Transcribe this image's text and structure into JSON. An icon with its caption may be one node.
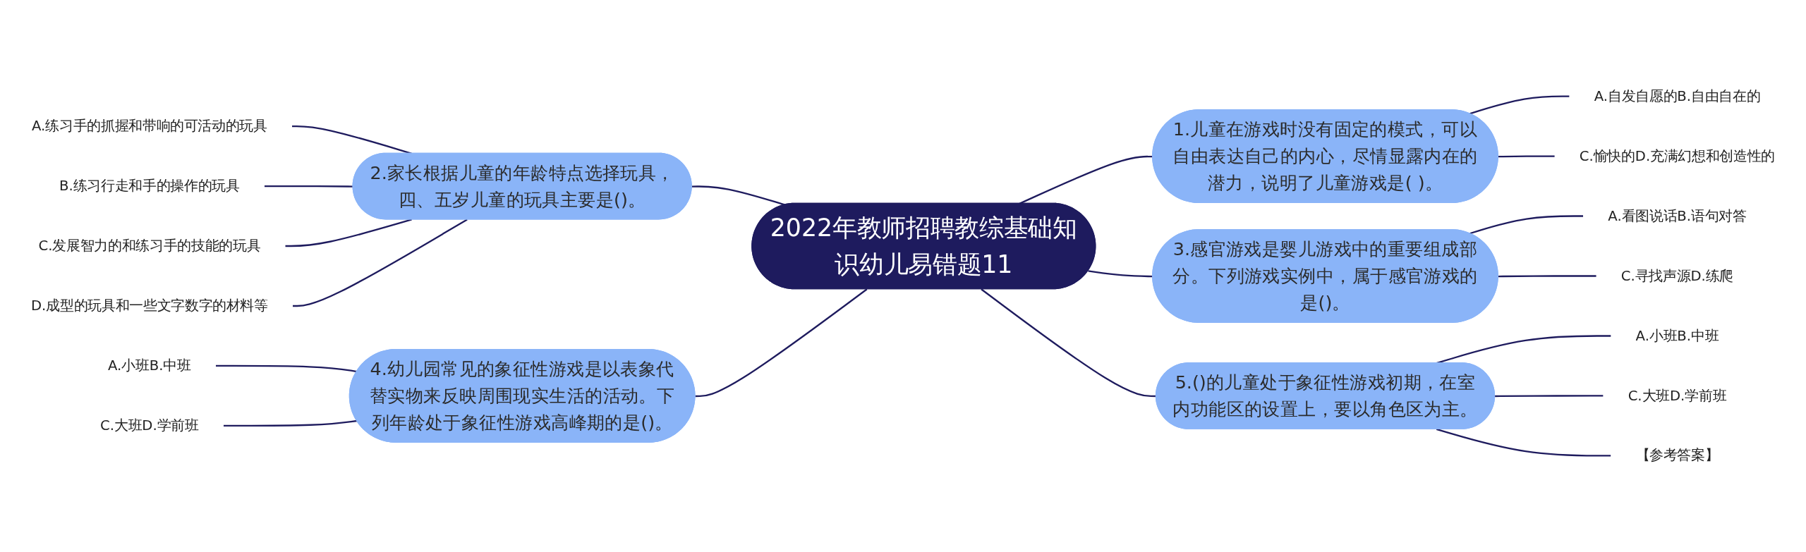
{
  "diagram": {
    "nodes": [
      {
        "text": [
          "2022年教师招聘教综基础知识幼儿易错题11"
        ]
      },
      {
        "text": [
          "1.儿童在游戏时没有固定的模式，可以自由表达自己的内心，尽情显露内在的潜力，说明了儿童游戏是( )。"
        ]
      },
      {
        "text": [
          "A.自发自愿的B.自由自在的"
        ]
      },
      {
        "text": [
          "C.愉快的D.充满幻想和创造性的"
        ]
      },
      {
        "text": [
          "2.家长根据儿童的年龄特点选择玩具，四、五岁儿童的玩具主要是()。"
        ]
      },
      {
        "text": [
          "A.练习手的抓握和带响的可活动的玩具"
        ]
      },
      {
        "text": [
          "B.练习行走和手的操作的玩具"
        ]
      },
      {
        "text": [
          "C.发展智力的和练习手的技能的玩具"
        ]
      },
      {
        "text": [
          "D.成型的玩具和一些文字数字的材料等"
        ]
      },
      {
        "text": [
          "3.感官游戏是婴儿游戏中的重要组成部分。下列游戏实例中，属于感官游戏的是()。"
        ]
      },
      {
        "text": [
          "A.看图说话B.语句对答"
        ]
      },
      {
        "text": [
          "C.寻找声源D.练爬"
        ]
      },
      {
        "text": [
          "4.幼儿园常见的象征性游戏是以表象代替实物来反映周围现实生活的活动。下列年龄处于象征性游戏高峰期的是()。"
        ]
      },
      {
        "text": [
          "A.小班B.中班"
        ]
      },
      {
        "text": [
          "C.大班D.学前班"
        ]
      },
      {
        "text": [
          "5.()的儿童处于象征性游戏初期，在室内功能区的设置上，要以角色区为主。"
        ]
      },
      {
        "text": [
          "A.小班B.中班"
        ]
      },
      {
        "text": [
          "C.大班D.学前班"
        ]
      },
      {
        "text": [
          "【参考答案】"
        ]
      }
    ],
    "edges": [
      {
        "from": 0,
        "to": 1,
        "arrow": "none"
      },
      {
        "from": 1,
        "to": 2,
        "arrow": "none"
      },
      {
        "from": 1,
        "to": 3,
        "arrow": "none"
      },
      {
        "from": 4,
        "to": 0,
        "arrow": "none"
      },
      {
        "from": 5,
        "to": 4,
        "arrow": "none"
      },
      {
        "from": 6,
        "to": 4,
        "arrow": "none"
      },
      {
        "from": 7,
        "to": 4,
        "arrow": "none"
      },
      {
        "from": 8,
        "to": 4,
        "arrow": "none"
      },
      {
        "from": 0,
        "to": 9,
        "arrow": "none"
      },
      {
        "from": 9,
        "to": 10,
        "arrow": "none"
      },
      {
        "from": 9,
        "to": 11,
        "arrow": "none"
      },
      {
        "from": 12,
        "to": 0,
        "arrow": "none"
      },
      {
        "from": 13,
        "to": 12,
        "arrow": "none"
      },
      {
        "from": 14,
        "to": 12,
        "arrow": "none"
      },
      {
        "from": 0,
        "to": 15,
        "arrow": "none"
      },
      {
        "from": 15,
        "to": 16,
        "arrow": "none"
      },
      {
        "from": 15,
        "to": 17,
        "arrow": "none"
      },
      {
        "from": 15,
        "to": 18,
        "arrow": "none"
      }
    ]
  }
}
